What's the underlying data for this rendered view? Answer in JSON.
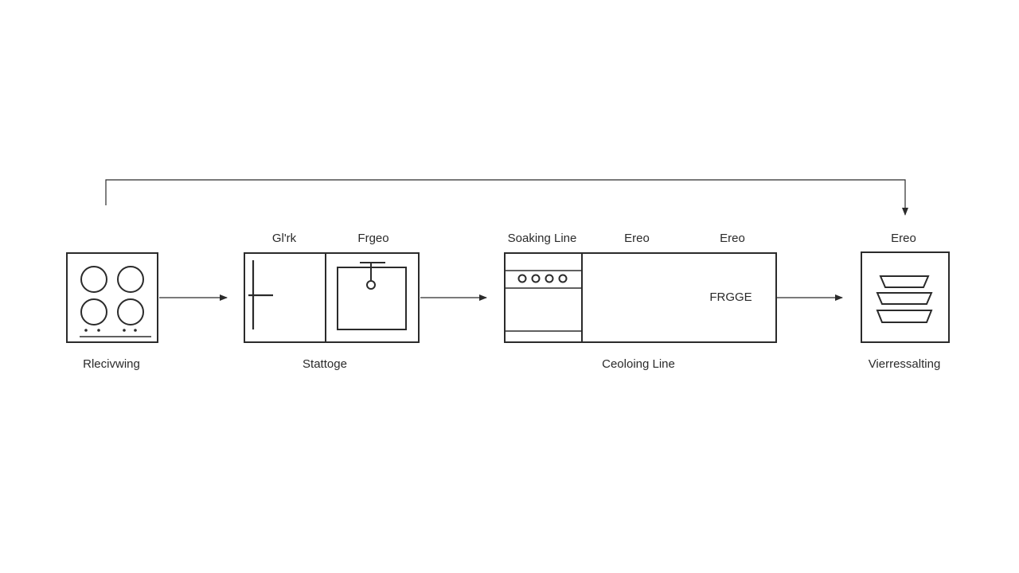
{
  "diagram": {
    "stations": [
      {
        "id": "receiving",
        "label": "Rlecivwing"
      },
      {
        "id": "storage",
        "label": "Stattoge",
        "sub_labels": [
          "Gl'rk",
          "Frgeo"
        ]
      },
      {
        "id": "cooking",
        "label": "Ceoloing Line",
        "sub_labels": [
          "Soaking Line",
          "Ereo",
          "Ereo"
        ],
        "inner_label": "FRGGE"
      },
      {
        "id": "serving",
        "label": "Vierressalting",
        "sub_labels": [
          "Ereo"
        ]
      }
    ],
    "colors": {
      "line": "#2b2b2b",
      "text": "#2a2a2a",
      "background": "#ffffff"
    },
    "icons": [
      "stovetop-icon",
      "storage-unit-icon",
      "cooking-line-icon",
      "stacked-plates-icon"
    ]
  }
}
